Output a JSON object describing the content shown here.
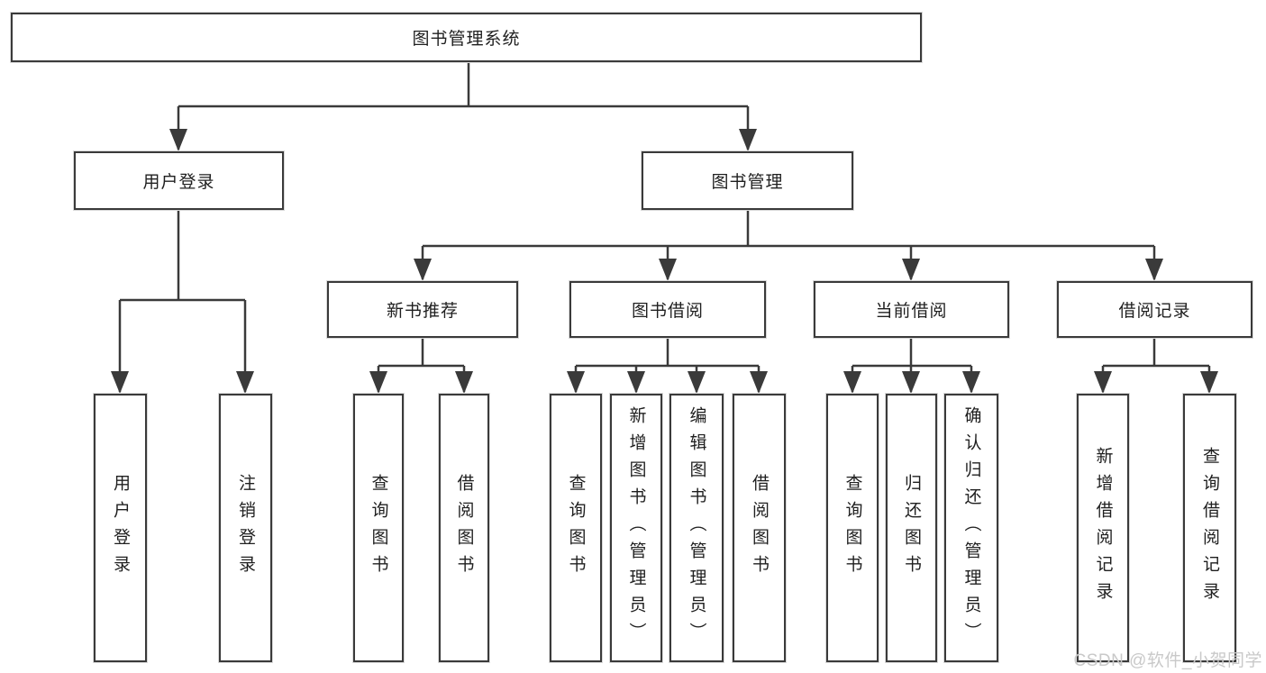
{
  "diagram": {
    "root": "图书管理系统",
    "level2": [
      "用户登录",
      "图书管理"
    ],
    "level3": [
      "新书推荐",
      "图书借阅",
      "当前借阅",
      "借阅记录"
    ],
    "leaves_user_login": [
      "用户登录",
      "注销登录"
    ],
    "leaves_new_book": [
      "查询图书",
      "借阅图书"
    ],
    "leaves_book_borrow": [
      "查询图书",
      "新增图书（管理员）",
      "编辑图书（管理员）",
      "借阅图书"
    ],
    "leaves_current_borrow": [
      "查询图书",
      "归还图书",
      "确认归还（管理员）"
    ],
    "leaves_borrow_records": [
      "新增借阅记录",
      "查询借阅记录"
    ],
    "watermark": "CSDN @软件_小贺同学",
    "colors": {
      "line": "#3a3a3a",
      "text": "#1f1f1f",
      "watermark": "#c9c9c9",
      "background": "#ffffff"
    }
  }
}
